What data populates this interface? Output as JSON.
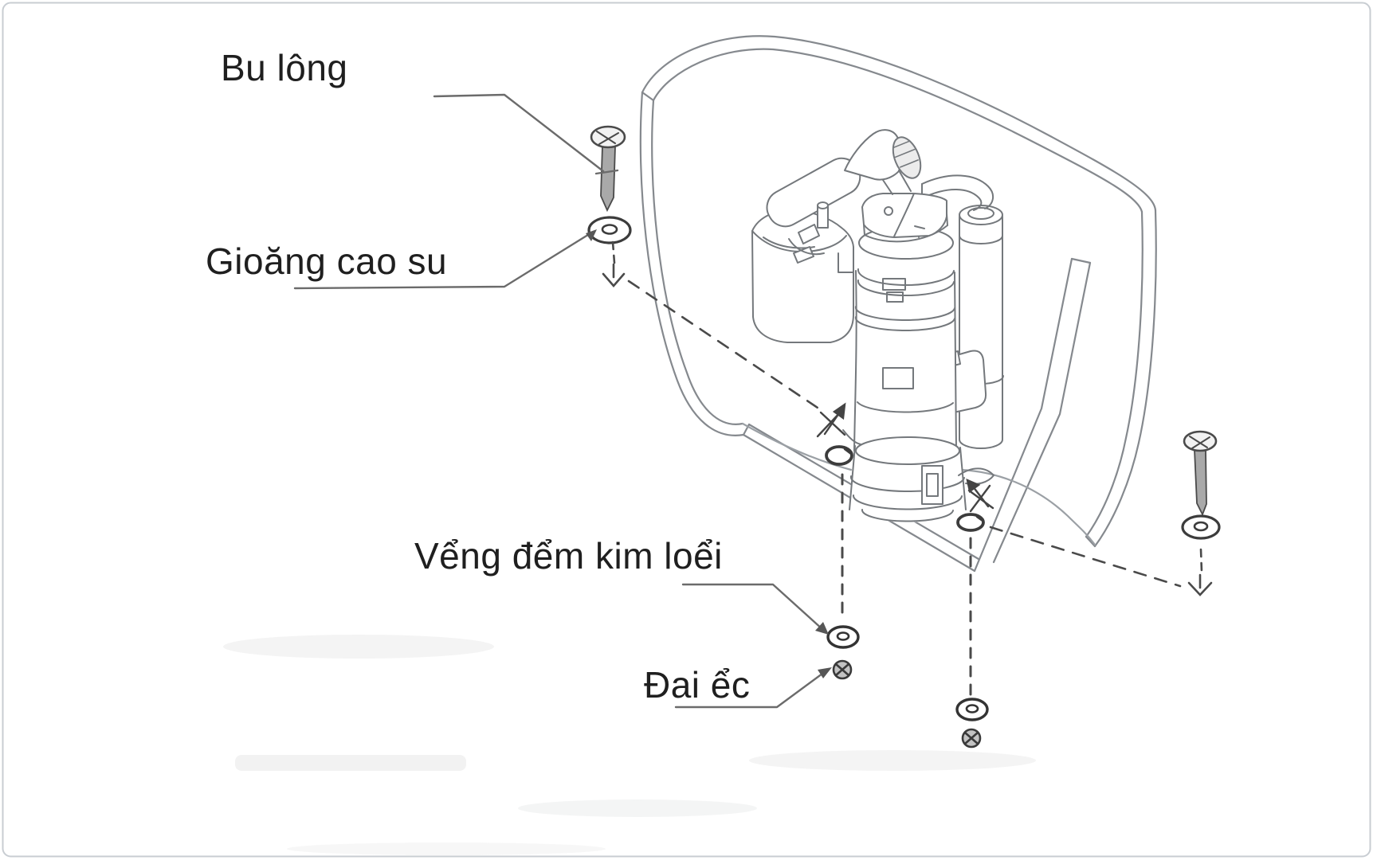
{
  "diagram": {
    "type": "exploded-assembly-diagram",
    "background": "#ffffff",
    "border_color": "#c8cdd2",
    "line_color": "#797d82",
    "hardware_color": "#3c3c3c",
    "text_color": "#1f1f1f",
    "callouts": [
      {
        "id": "bolt",
        "label": "Bu lông"
      },
      {
        "id": "rubber-gasket",
        "label": "Gioăng cao su"
      },
      {
        "id": "metal-washer",
        "label": "Vểng đểm kim loểi"
      },
      {
        "id": "nut",
        "label": "Đai ểc"
      }
    ]
  }
}
